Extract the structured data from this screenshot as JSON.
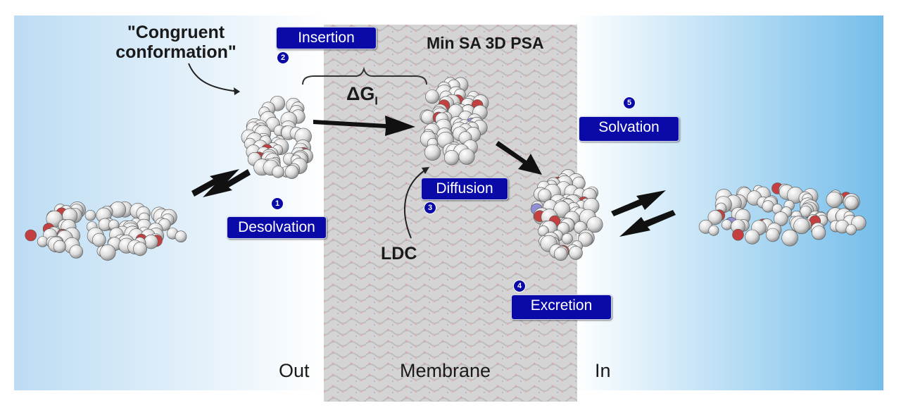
{
  "colors": {
    "accent": "#0a0aa8",
    "water": "#74bdea",
    "membrane": "#c8c8c8"
  },
  "annotations": {
    "congruent_line1": "\"Congruent",
    "congruent_line2": "conformation\"",
    "min_sa": "Min SA 3D PSA",
    "delta_g": "ΔG",
    "delta_g_sub": "I",
    "ldc": "LDC"
  },
  "steps": [
    {
      "number": "1",
      "label": "Desolvation"
    },
    {
      "number": "2",
      "label": "Insertion"
    },
    {
      "number": "3",
      "label": "Diffusion"
    },
    {
      "number": "4",
      "label": "Excretion"
    },
    {
      "number": "5",
      "label": "Solvation"
    }
  ],
  "regions": {
    "out": "Out",
    "membrane": "Membrane",
    "in": "In"
  }
}
